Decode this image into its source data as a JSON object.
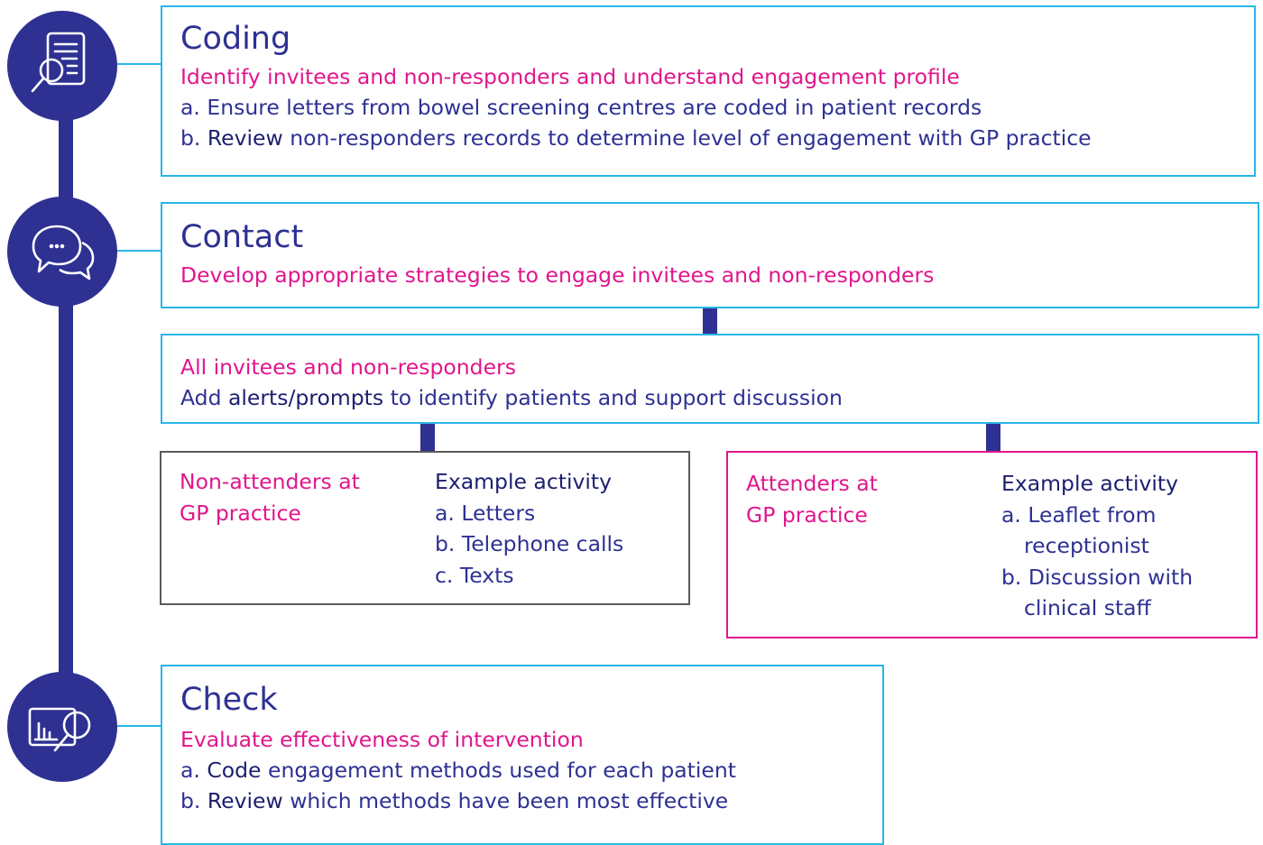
{
  "coding": {
    "title": "Coding",
    "subtitle": "Identify invitees and non-responders and understand engagement profile",
    "item_a": "a. Ensure letters from bowel screening centres are coded in patient records",
    "item_b_prefix": "b. ",
    "item_b_emphasis": "Review",
    "item_b_rest": " non-responders records to determine level of engagement with GP practice"
  },
  "contact": {
    "title": "Contact",
    "subtitle": "Develop appropriate strategies to engage invitees and non-responders"
  },
  "all_invitees": {
    "heading": "All invitees and non-responders",
    "text_prefix": "Add ",
    "text_emphasis": "alerts/prompts",
    "text_rest": " to identify patients and support discussion"
  },
  "non_attenders": {
    "heading_line1": "Non-attenders at",
    "heading_line2": "GP practice",
    "activity_heading": "Example activity",
    "items": [
      "a. Letters",
      "b. Telephone calls",
      "c. Texts"
    ]
  },
  "attenders": {
    "heading_line1": "Attenders at",
    "heading_line2": "GP practice",
    "activity_heading": "Example activity",
    "items": [
      "a. Leaflet from",
      "receptionist",
      "b. Discussion with",
      "clinical staff"
    ]
  },
  "check": {
    "title": "Check",
    "subtitle": "Evaluate effectiveness of intervention",
    "item_a_prefix": "a. ",
    "item_a_emphasis": "Code",
    "item_a_rest": " engagement methods used for each patient",
    "item_b_prefix": "b. ",
    "item_b_emphasis": "Review",
    "item_b_rest": " which methods have been most effective"
  },
  "icons": {
    "coding": "document-magnifier-icon",
    "contact": "speech-bubbles-icon",
    "check": "chart-magnifier-icon"
  },
  "colors": {
    "navy": "#2e3192",
    "pink": "#e0168c",
    "cyan": "#29b6e8",
    "gray": "#5a5a5a"
  }
}
